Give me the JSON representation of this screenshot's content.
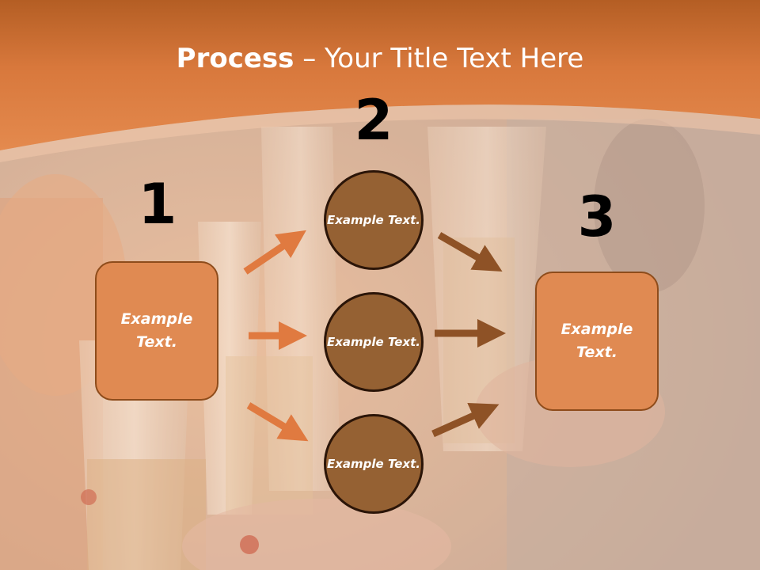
{
  "title": {
    "bold": "Process",
    "dash": " – ",
    "rest": "Your Title Text Here"
  },
  "steps": {
    "one": "1",
    "two": "2",
    "three": "3"
  },
  "boxes": {
    "left": [
      "Example",
      "Text."
    ],
    "right": [
      "Example",
      "Text."
    ]
  },
  "circles": [
    [
      "Example",
      "Text."
    ],
    [
      "Example",
      "Text."
    ],
    [
      "Example",
      "Text."
    ]
  ],
  "colors": {
    "header": "#d8783c",
    "box_fill": "#e08a52",
    "circle_fill": "#956133",
    "arrow_light": "#e07a40",
    "arrow_dark": "#8e5226"
  }
}
